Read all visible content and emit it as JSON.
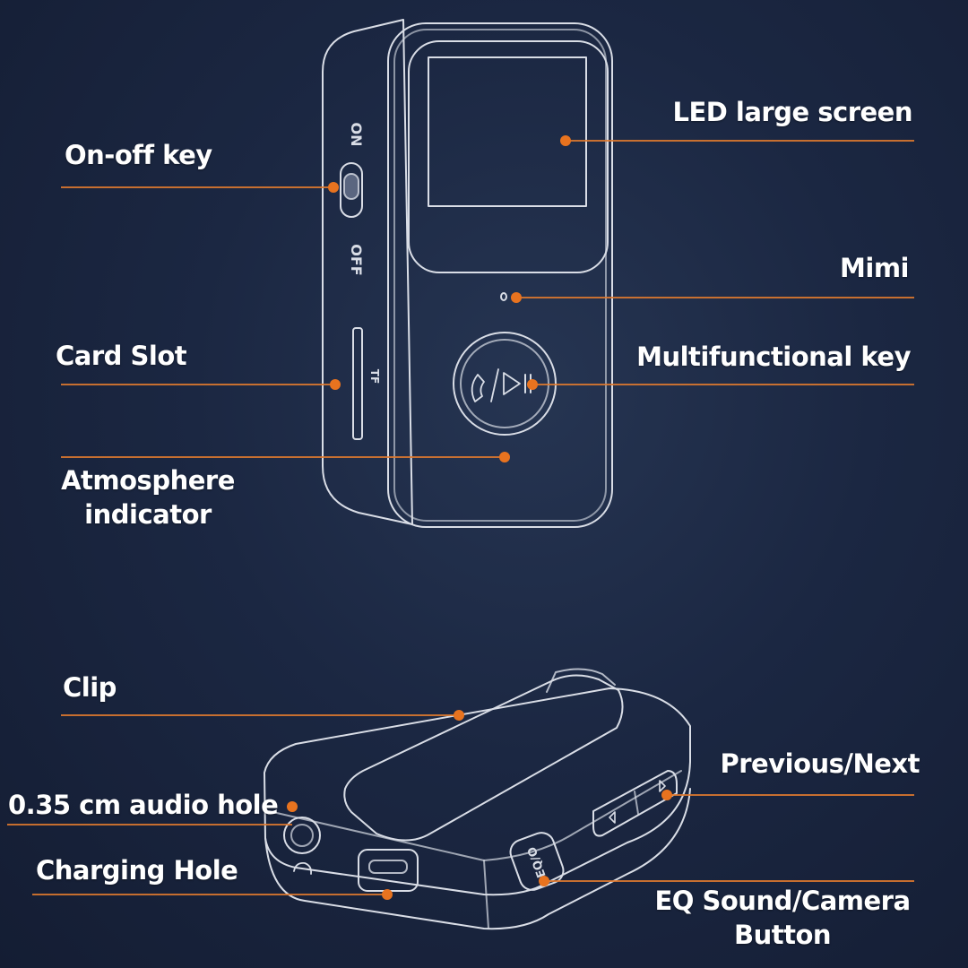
{
  "colors": {
    "background": "#1b2742",
    "line": "#e07a2e",
    "dot": "#e8731f",
    "label": "#ffffff",
    "device_outline": "#d9dde6"
  },
  "device_markings": {
    "switch_on": "ON",
    "switch_off": "OFF",
    "card_slot_text": "TF",
    "eq_button_text": "EQ/O"
  },
  "callouts": {
    "led_screen": "LED large screen",
    "on_off_key": "On-off key",
    "mimi": "Mimi",
    "card_slot": "Card Slot",
    "multifunctional_key": "Multifunctional key",
    "atmosphere_indicator": "Atmosphere\nindicator",
    "clip": "Clip",
    "previous_next": "Previous/Next",
    "audio_hole": "0.35 cm audio hole",
    "charging_hole": "Charging Hole",
    "eq_camera_button": "EQ Sound/Camera\nButton"
  }
}
